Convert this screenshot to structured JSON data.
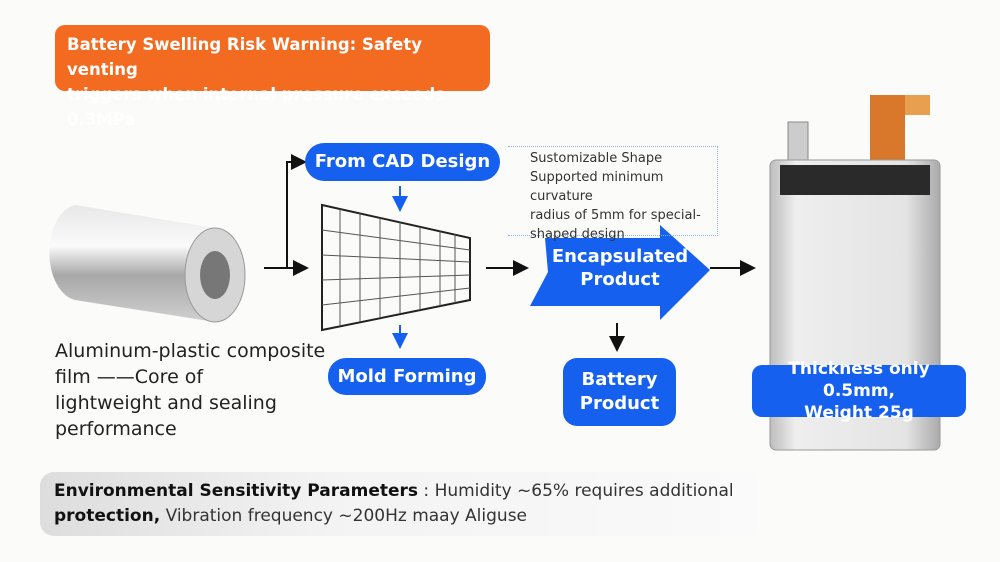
{
  "warning": {
    "line1": "Battery Swelling Risk Warning: Safety venting",
    "line2": "triggers when internal pressure exceeds 0.3MPa"
  },
  "material": {
    "line1": "Aluminum-plastic composite",
    "line2": "film ——Core of",
    "line3": "lightweight and sealing",
    "line4": "performance"
  },
  "steps": {
    "cad": "From CAD Design",
    "mold": "Mold Forming",
    "encap1": "Encapsulated",
    "encap2": "Product",
    "battery1": "Battery",
    "battery2": "Product"
  },
  "note": {
    "title": "Sustomizable Shape",
    "line1": "Supported minimum curvature",
    "line2": "radius of 5mm for special-",
    "line3": "shaped design"
  },
  "spec": {
    "line1": "Thickness only 0.5mm,",
    "line2": "Weight 25g"
  },
  "env": {
    "bold1": "Environmental Sensitivity Parameters",
    "text1": " : Humidity ~65% requires additional",
    "bold2": "protection,",
    "text2": " Vibration frequency ~200Hz maay Aliguse"
  },
  "colors": {
    "accent": "#1560ee",
    "warning": "#f26b21"
  }
}
